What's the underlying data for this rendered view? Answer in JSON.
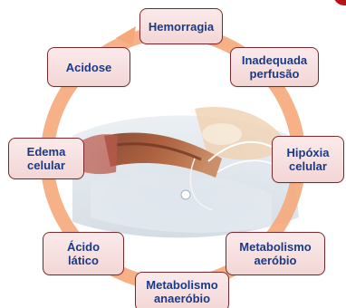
{
  "diagram": {
    "nodes": [
      {
        "id": "hemorragia",
        "lines": [
          "Hemorragia"
        ]
      },
      {
        "id": "inadequada-perfusao",
        "lines": [
          "Inadequada",
          "perfusão"
        ]
      },
      {
        "id": "hipoxia-celular",
        "lines": [
          "Hipóxia",
          "celular"
        ]
      },
      {
        "id": "metabolismo-aerobio",
        "lines": [
          "Metabolismo",
          "aeróbio"
        ]
      },
      {
        "id": "metabolismo-anaerobio",
        "lines": [
          "Metabolismo",
          "anaeróbio"
        ]
      },
      {
        "id": "acido-latico",
        "lines": [
          "Ácido",
          "lático"
        ]
      },
      {
        "id": "edema-celular",
        "lines": [
          "Edema",
          "celular"
        ]
      },
      {
        "id": "acidose",
        "lines": [
          "Acidose"
        ]
      }
    ],
    "colors": {
      "ring": "#f5a87a",
      "box_border": "#7a2a2f",
      "box_fill": "#f6dcdc",
      "text": "#1b3a86",
      "accent": "#b81418"
    }
  }
}
